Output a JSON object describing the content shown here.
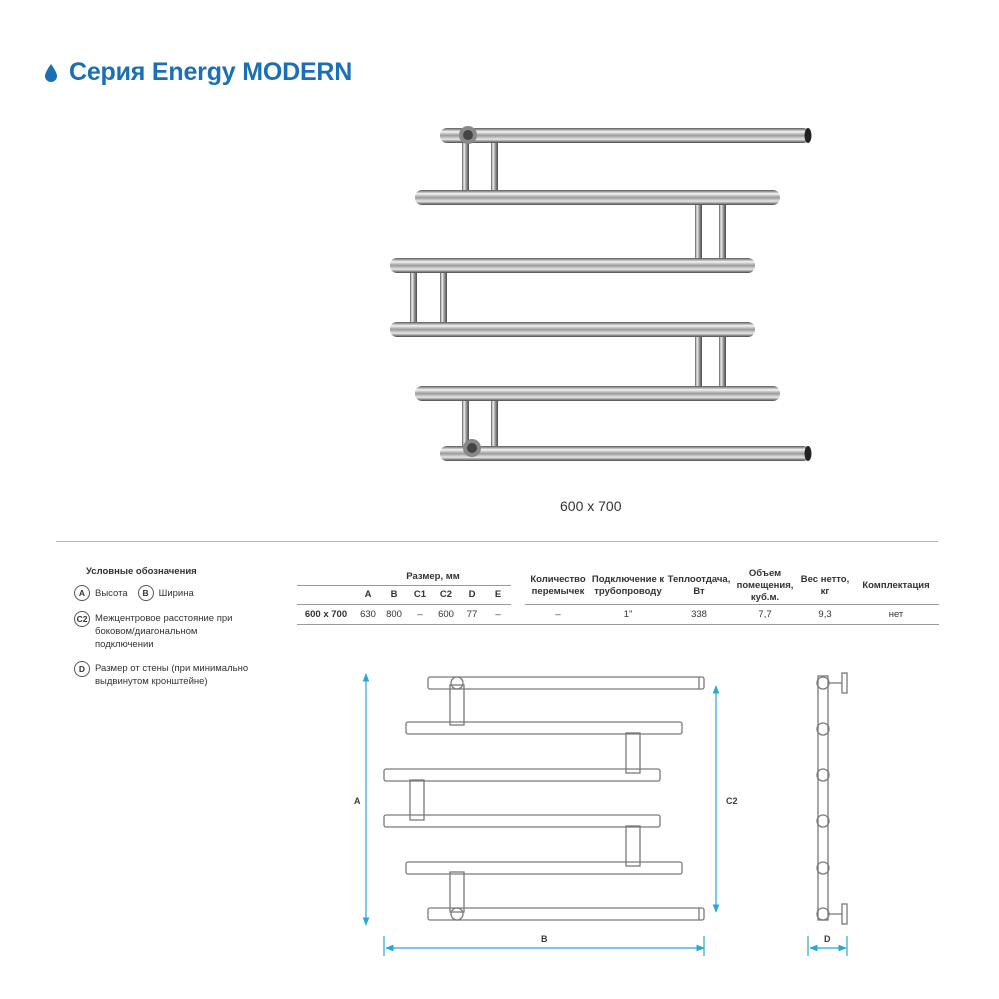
{
  "header": {
    "title": "Серия Energy MODERN",
    "accent_color": "#1b6fb4"
  },
  "photo": {
    "caption": "600 x 700"
  },
  "legend": {
    "title": "Условные обозначения",
    "items": [
      {
        "code": "A",
        "text": "Высота"
      },
      {
        "code": "B",
        "text": "Ширина"
      },
      {
        "code": "C2",
        "text": "Межцентровое расстояние при боковом/диагональном подключении"
      },
      {
        "code": "D",
        "text": "Размер от стены (при минимально выдвинутом кронштейне)"
      }
    ]
  },
  "spec_table": {
    "size_group": "Размер, мм",
    "size_cols": [
      "A",
      "B",
      "C1",
      "C2",
      "D",
      "E"
    ],
    "other_headers": {
      "jumpers": "Количество перемычек",
      "connection": "Подключение к трубопроводу",
      "heat": "Теплоотдача, Вт",
      "volume": "Объем помещения, куб.м.",
      "weight": "Вес нетто, кг",
      "kit": "Комплектация"
    },
    "row": {
      "model": "600 x 700",
      "A": "630",
      "B": "800",
      "C1": "–",
      "C2": "600",
      "D": "77",
      "E": "–",
      "jumpers": "–",
      "connection": "1\"",
      "heat": "338",
      "volume": "7,7",
      "weight": "9,3",
      "kit": "нет"
    }
  },
  "drawing": {
    "dim_a": "A",
    "dim_b": "B",
    "dim_c2": "C2",
    "dim_d": "D",
    "dim_color": "#2aa7d6"
  }
}
